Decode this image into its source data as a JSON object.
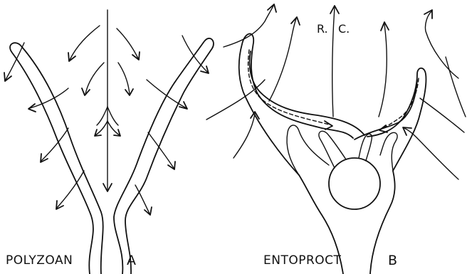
{
  "labels": {
    "left_caption": "POLYZOAN",
    "left_letter": "A",
    "right_caption": "ENTOPROCT",
    "right_letter": "B",
    "current_r": "R.",
    "current_c": "C."
  },
  "colors": {
    "ink": "#111111",
    "background": "#ffffff"
  }
}
